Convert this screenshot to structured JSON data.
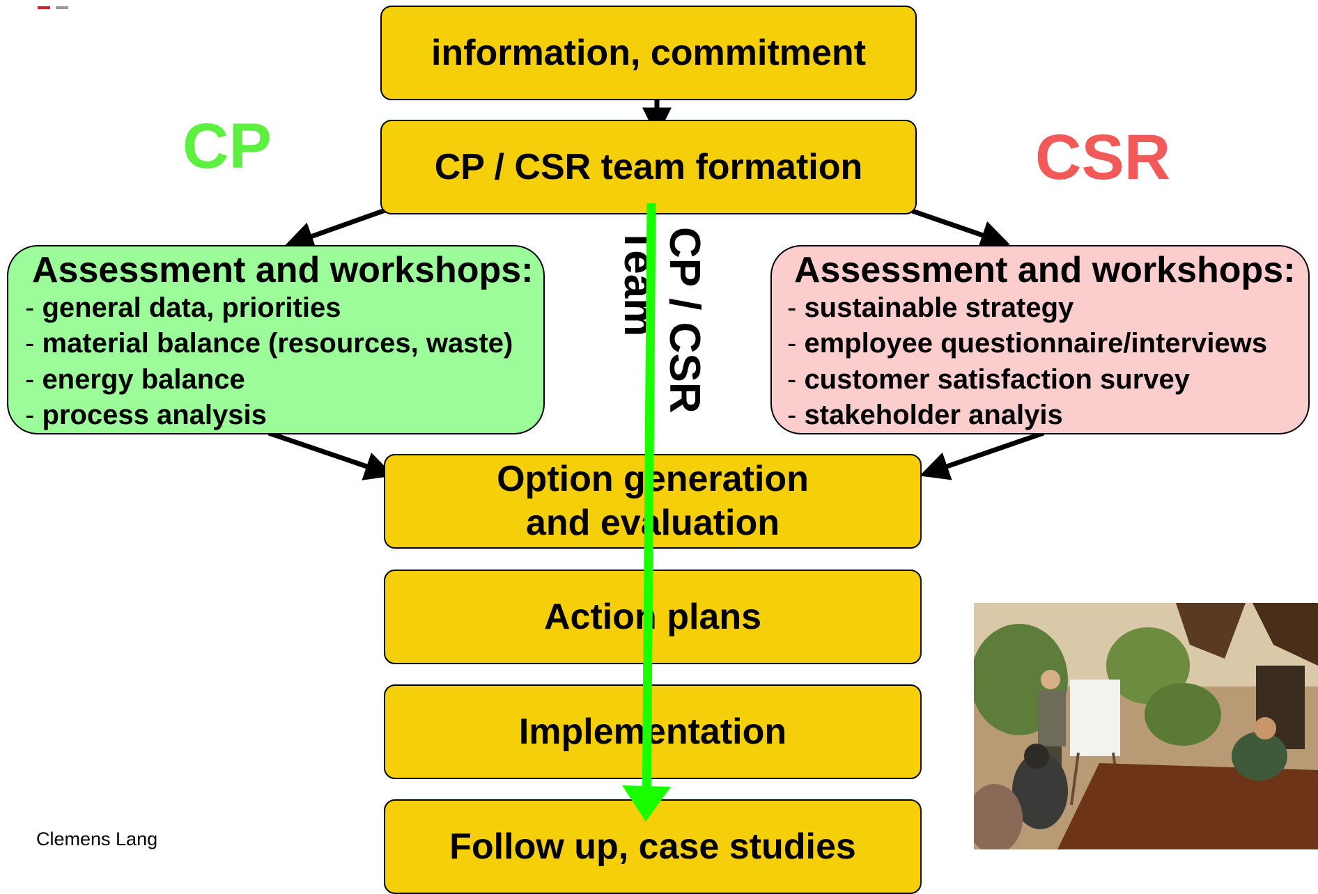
{
  "boxes": {
    "info": "information, commitment",
    "team": "CP / CSR team formation",
    "option_line1": "Option generation",
    "option_line2": "and evaluation",
    "action": "Action plans",
    "implementation": "Implementation",
    "followup": "Follow up, case studies"
  },
  "labels": {
    "cp": "CP",
    "csr": "CSR",
    "vertical_line1": "CP / CSR",
    "vertical_line2": "Team"
  },
  "cp_assessment": {
    "heading": "Assessment and workshops:",
    "items": [
      "general data, priorities",
      "material balance (resources, waste)",
      "energy balance",
      "process analysis"
    ]
  },
  "csr_assessment": {
    "heading": "Assessment and workshops:",
    "items": [
      "sustainable strategy",
      "employee questionnaire/interviews",
      "customer satisfaction survey",
      "stakeholder analyis"
    ]
  },
  "author": "Clemens Lang",
  "colors": {
    "box_fill": "#f5cf0a",
    "cp_green": "#5ef040",
    "csr_red": "#f25a5a",
    "cp_box": "#9cfc9a",
    "csr_box": "#fccdcd",
    "team_arrow": "#1aff00"
  }
}
